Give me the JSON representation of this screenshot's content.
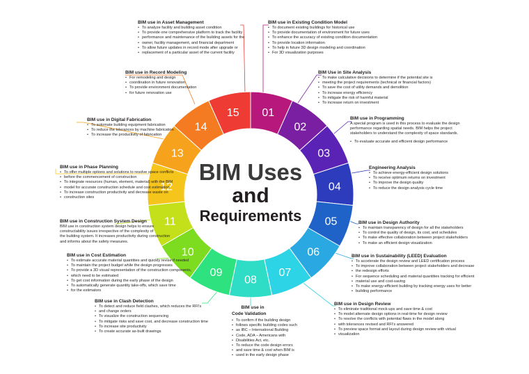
{
  "center": {
    "line1": "BIM Uses",
    "line2": "and",
    "line3": "Requirements"
  },
  "segments": [
    {
      "num": "01",
      "color": "#b6187c"
    },
    {
      "num": "02",
      "color": "#7b1fa2"
    },
    {
      "num": "03",
      "color": "#5a22b5"
    },
    {
      "num": "04",
      "color": "#2d3bbd"
    },
    {
      "num": "05",
      "color": "#1f63c8"
    },
    {
      "num": "06",
      "color": "#29a8e2"
    },
    {
      "num": "07",
      "color": "#2dd4e6"
    },
    {
      "num": "08",
      "color": "#2fdcc6"
    },
    {
      "num": "09",
      "color": "#2ee37f"
    },
    {
      "num": "10",
      "color": "#7ddc1f"
    },
    {
      "num": "11",
      "color": "#c4e01b"
    },
    {
      "num": "12",
      "color": "#f6c51b"
    },
    {
      "num": "13",
      "color": "#f7a21c"
    },
    {
      "num": "14",
      "color": "#f57b22"
    },
    {
      "num": "15",
      "color": "#ee3b34"
    }
  ],
  "blocks": {
    "b01": {
      "title": "BIM use in Existing Condition Model",
      "items": [
        "To document existing buildings for historical use",
        "To provide documentation of environment for future uses",
        "To enhance the accuracy of existing condition documentation",
        "To provide location information",
        "To help in future 3D design modeling and coordination",
        "For 3D visualization purposes"
      ]
    },
    "b02": {
      "title": "BIM Use in Site Analysis",
      "items": [
        "To make calculative decisions to determine if the potential site is",
        "meeting the project requirements (technical or financial factors)",
        "To save the cost of utility demands and demolition",
        "To increase energy efficiency",
        "To mitigate the risk of harmful material",
        "To increase return on investment"
      ]
    },
    "b03": {
      "title": "BIM use in Programming",
      "para": [
        "A special program is used in this process to evaluate the design",
        "performance regarding spatial needs. BIM helps the project",
        "stakeholders to understand the complexity of space standards."
      ],
      "items": [
        "To evaluate accurate and efficient design performance"
      ]
    },
    "b04": {
      "title": "Engineering Analysis",
      "items": [
        "To achieve energy-efficient design solutions",
        "To receive optimum returns on investment",
        "To improve the design quality",
        "To reduce the design analysis cycle time"
      ]
    },
    "b05": {
      "title": "BIM use in Design Authority",
      "items": [
        "To maintain transparency of design for all the stakeholders",
        "To control the quality of design, its cost, and schedules",
        "To make effective collaboration between project stakeholders",
        "To make an efficient design visualization"
      ]
    },
    "b06": {
      "title": "BIM use in Sustainability (LEED) Evaluation",
      "items": [
        "To accelerate the design review and LEED certification process",
        "To improve collaboration between project stakeholders and decrease",
        "the redesign efforts",
        "For sequence scheduling and material quantities tracking for efficient",
        "material use and cost-saving",
        "To make energy-efficient building by tracking energy uses for better",
        "building performance"
      ]
    },
    "b07": {
      "title": "BIM use in Design Review",
      "items": [
        "To eliminate traditional mock-ups and save time & cost",
        "To model alternate design options in real-time for design review",
        "To resolve the conflicts with potential flaws in the model along",
        "with tolerances revised and RFI's answered",
        "To preview space format and layout during design review with virtual",
        "visualization"
      ]
    },
    "b08": {
      "title1": "BIM use in",
      "title2": "Code Validation",
      "items": [
        "To confirm if the building design",
        "follows specific building codes such",
        "as IBC – International Building",
        "Code, ADA – Americans with",
        "Disabilities Act, etc.",
        "To reduce the code design errors",
        "and save time & cost when BIM is",
        "used in the early design phase"
      ]
    },
    "b09": {
      "title": "BIM use in Clash Detection",
      "items": [
        "To detect and reduce field clashes, which reduces the RFI's",
        "and change orders",
        "To visualize the construction sequencing",
        "To mitigate risks and save cost, and decrease construction time",
        "To increase site productivity",
        "To create accurate as-built drawings"
      ]
    },
    "b10": {
      "title": "BIM use in Cost Estimation",
      "items": [
        "To estimate accurate material quantities and quickly revise  if needed",
        "To maintain the project budget while the design progresses",
        "To provide a 3D visual representation of the construction components,",
        "which need to be estimated",
        "To get cost information during the early phase of the design",
        "To automatically generate quantity take-offs, which save time",
        "for the estimators"
      ]
    },
    "b11": {
      "title": "BIM use in Construction System Design",
      "para": [
        "BIM use in construction system design helps to ensure",
        "constructability issues irrespective of the complexity of",
        "the building system. It increases productivity during construction",
        "and informs about the safety measures."
      ]
    },
    "b12": {
      "title": "BIM use in Phase Planning",
      "items": [
        "To offer multiple options and solutions to resolve space conflicts",
        "before the commencement of construction",
        "To integrate resources (human, element, material) with the BIM",
        "model for accurate construction schedule and cost estimation",
        "To increase construction productivity and decrease waste on",
        "construction sites"
      ]
    },
    "b13": {
      "title": "BIM use in Digital Fabrication",
      "items": [
        "To automate building equipment fabrication",
        "To reduce the tolerances by machine fabrication",
        "To increase the productivity of fabrication"
      ]
    },
    "b14": {
      "title": "BIM use in Record Modeling",
      "items": [
        "For remodeling and design",
        "coordination in future renovation",
        "To provide environment documentation",
        "for future renovation use"
      ]
    },
    "b15": {
      "title": "BIM use in Asset Management",
      "items": [
        "To analyze facility and building asset condition",
        "To provide one comprehensive platform to track the facility",
        "performance and maintenance of the building assets for the",
        "owner, facility management, and financial department",
        "To allow future updates in record mode after upgrade or",
        "replacement of a particular asset of the current facility"
      ]
    }
  }
}
